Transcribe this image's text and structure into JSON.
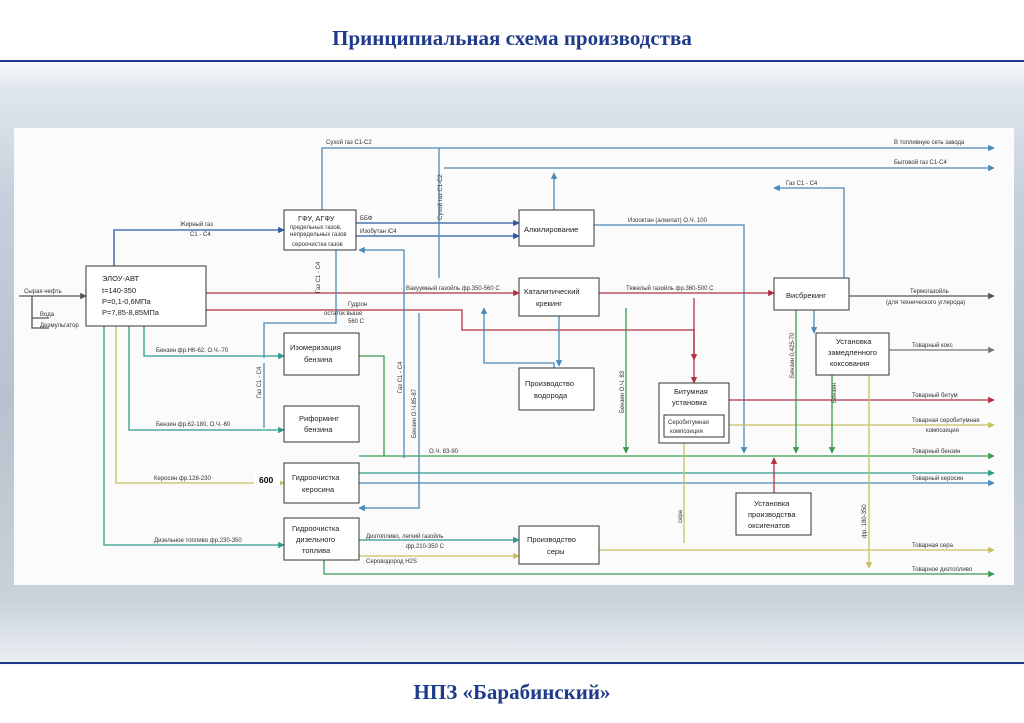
{
  "title": "Принципиальная схема производства",
  "footer": "НПЗ «Барабинский»",
  "badge": "600",
  "boxes": {
    "elou": [
      "ЭЛОУ-АВТ",
      "t=140-350",
      "P=0,1-0,6МПа",
      "P=7,85-8,85МПа"
    ],
    "gfu": [
      "ГФУ, АГФУ",
      "предельных газов,",
      "непредельных газов",
      "сероочистка газов"
    ],
    "alkyl": [
      "Алкилирование"
    ],
    "catcrack": [
      "Каталитический",
      "крекинг"
    ],
    "visbreak": [
      "Висбрекинг"
    ],
    "coking": [
      "Установка",
      "замедленного",
      "коксования"
    ],
    "isom": [
      "Изомеризация",
      "бензина"
    ],
    "h2": [
      "Производство",
      "водорода"
    ],
    "bitumen": [
      "Битумная",
      "установка"
    ],
    "bitsulfur": [
      "Серобитумная",
      "композиция"
    ],
    "reform": [
      "Риформинг",
      "бензина"
    ],
    "kerosene": [
      "Гидроочистка",
      "керосина"
    ],
    "oxygen": [
      "Установка",
      "производства",
      "оксигенатов"
    ],
    "diesel": [
      "Гидроочистка",
      "дизельного",
      "топлива"
    ],
    "sulfur": [
      "Производство",
      "серы"
    ]
  },
  "labels": {
    "dry_gas": "Сухой газ С1-С2",
    "to_fuel_grid": "В топливную сеть завода",
    "household_gas": "Бытовой газ С1-С4",
    "gas_c1c4": "Газ С1 - С4",
    "fat_gas": "Жирный газ",
    "fat_gas_2": "С1 - С4",
    "bbf": "ББФ",
    "isobutane": "Изобутан iС4",
    "isooctane": "Изооктан (алкилат) О.Ч. 100",
    "dry_gas_v": "Сухой газ С1-С2",
    "vac_gasoil": "Вакуумный газойль фр.350-560 С",
    "heavy_gasoil": "Тяжелый газойль фр.360-500 С",
    "thermogasoil": "Термогазойль",
    "thermogasoil_2": "(для технического углерода)",
    "crude": "Сырая нефть",
    "water": "Вода",
    "demuls": "Деэмульгатор",
    "tar": "Гудрон",
    "residue": "остаток выше",
    "residue_2": "560 С",
    "gasoline_nk62": "Бензин фр.НК-62, О.Ч.-70",
    "gas_c1c4_b": "Газ С1 - С4",
    "gas_c1c4_c": "Газ С1 - С4",
    "gas_c1c4_d": "Газ С1 - С4",
    "gasoline_62_180": "Бензин фр.62-180, О.Ч.-60",
    "oc_8390": "О.Ч. 83-90",
    "gasoline_oc83": "Бензин О.Ч. 83",
    "gasoline_0425": "Бензин О.Ч.85-87",
    "gasoline_visb": "Бензин 0,425-70",
    "gasoline_coke": "Бензин",
    "kerosene_fr": "Керосин фр.128-230",
    "diesel_fr": "Дизельное топливо фр.230-350",
    "diesel_light": "Дизтопливо, легкий газойль",
    "diesel_light_2": "фр.210-350 С",
    "h2s": "Сероводород H2S",
    "sulfur_v": "сера",
    "fr180350": "фр. 180-350",
    "coke_product": "Товарный кокс",
    "bitumen_product": "Товарный битум",
    "sulfbit_product": "Товарная серобитумная",
    "sulfbit_product_2": "композиция",
    "gasoline_product": "Товарный бензин",
    "kerosene_product": "Товарный керосин",
    "sulfur_product": "Товарная сера",
    "diesel_product": "Товарное дизтопливо"
  }
}
